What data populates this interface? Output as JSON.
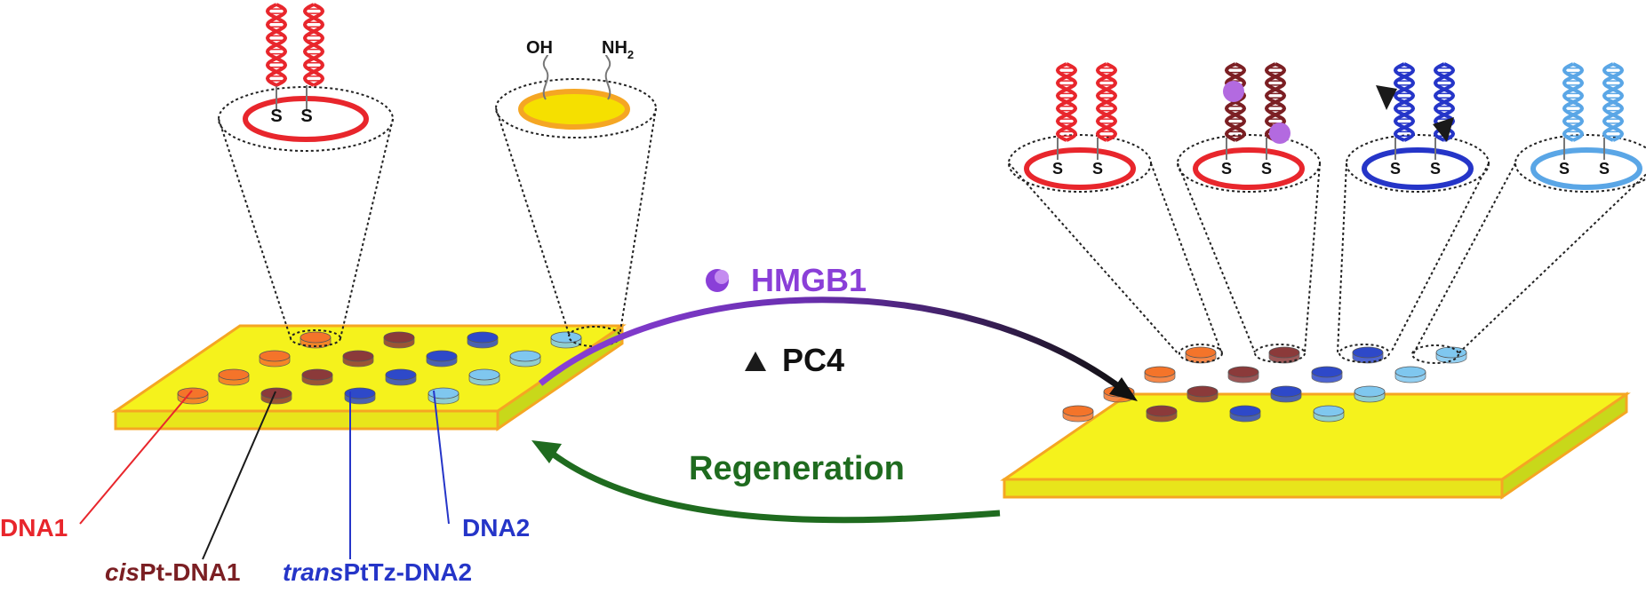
{
  "labels": {
    "oh": "OH",
    "nh": "NH",
    "nh_sub": "2",
    "s": "S",
    "hmgb1": "HMGB1",
    "pc4": "PC4",
    "regeneration": "Regeneration",
    "dna1": "DNA1",
    "cis_prefix": "cis",
    "cis_suffix": "Pt-DNA1",
    "trans_prefix": "trans",
    "trans_suffix": "PtTz-DNA2",
    "dna2": "DNA2"
  },
  "colors": {
    "dna1": "#e8262c",
    "cispt_dna1": "#7b1f23",
    "transpttz_dna2": "#2535c8",
    "dna2": "#5aa6e6",
    "chip": "#f5f21c",
    "chip_border": "#f5a623",
    "chip_side": "#c8d81a",
    "hmgb1": "#8a3fd8",
    "pc4": "#1a1a1a",
    "regeneration": "#1f6b1f",
    "spot_dna1": "#f4742a",
    "spot_cis": "#8b3a3a",
    "spot_trans": "#2e49c9",
    "spot_dna2": "#7fc7ef"
  },
  "icons": [
    "dna-helix-icon",
    "hmgb1-protein-icon",
    "pc4-triangle-icon",
    "cycle-arrow-icon"
  ]
}
